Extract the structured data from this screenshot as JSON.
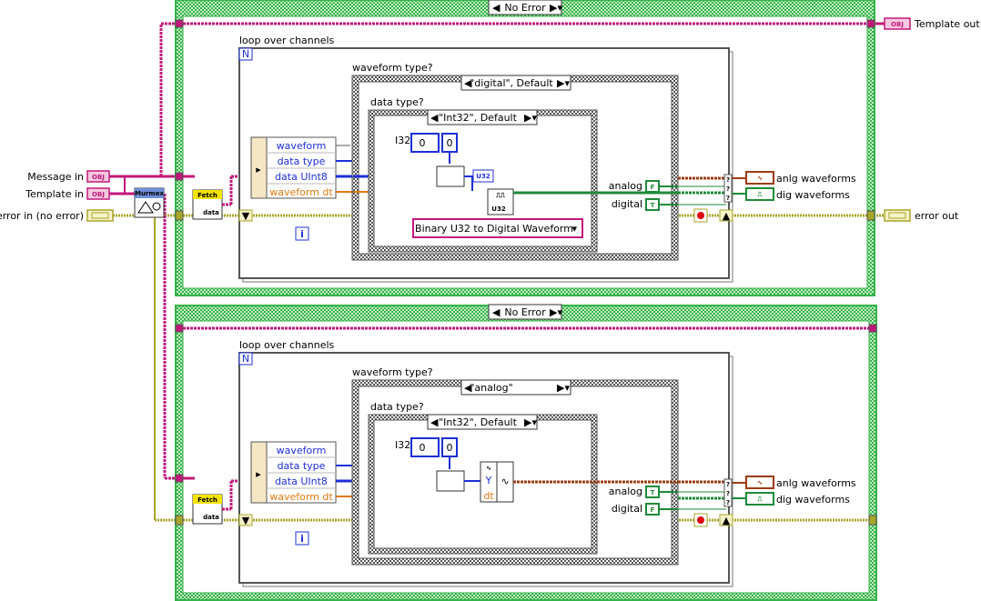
{
  "terminals": {
    "message_in": "Message in",
    "template_in": "Template in",
    "error_in": "error in (no error)",
    "template_out": "Template out",
    "error_out": "error out",
    "obj_tag": "OBJ"
  },
  "cases": [
    {
      "selector": "No Error",
      "loop_label": "loop over channels",
      "wf_label": "waveform type?",
      "wf_selector": "\"digital\", Default",
      "dt_label": "data type?",
      "dt_selector": "\"Int32\", Default",
      "i32_label": "I32",
      "zero": "0",
      "u32": "U32",
      "convert_label": "Binary U32 to Digital Waveform",
      "analog": "analog",
      "digital": "digital",
      "analog_const": "F",
      "digital_const": "T",
      "anlg_waveforms": "anlg waveforms",
      "dig_waveforms": "dig waveforms",
      "fetch": "Fetch",
      "data": "data",
      "unbundle": [
        "waveform",
        "data type",
        "data UInt8",
        "waveform dt"
      ],
      "murmex": "Murmex"
    },
    {
      "selector": "No Error",
      "loop_label": "loop over channels",
      "wf_label": "waveform type?",
      "wf_selector": "\"analog\"",
      "dt_label": "data type?",
      "dt_selector": "\"Int32\", Default",
      "i32_label": "I32",
      "zero": "0",
      "y": "Y",
      "dt": "dt",
      "analog": "analog",
      "digital": "digital",
      "analog_const": "T",
      "digital_const": "F",
      "anlg_waveforms": "anlg waveforms",
      "dig_waveforms": "dig waveforms",
      "fetch": "Fetch",
      "data": "data",
      "unbundle": [
        "waveform",
        "data type",
        "data UInt8",
        "waveform dt"
      ]
    }
  ],
  "colors": {
    "case_border": "#34b34a",
    "case_border_light": "#c6efc6",
    "object_wire": "#c2187a",
    "error_wire": "#a8a52b",
    "int_wire": "#1c2fd6",
    "float_wire": "#e07a10",
    "digital_wire": "#1f8a3a",
    "analog_wire": "#9b3b12"
  }
}
